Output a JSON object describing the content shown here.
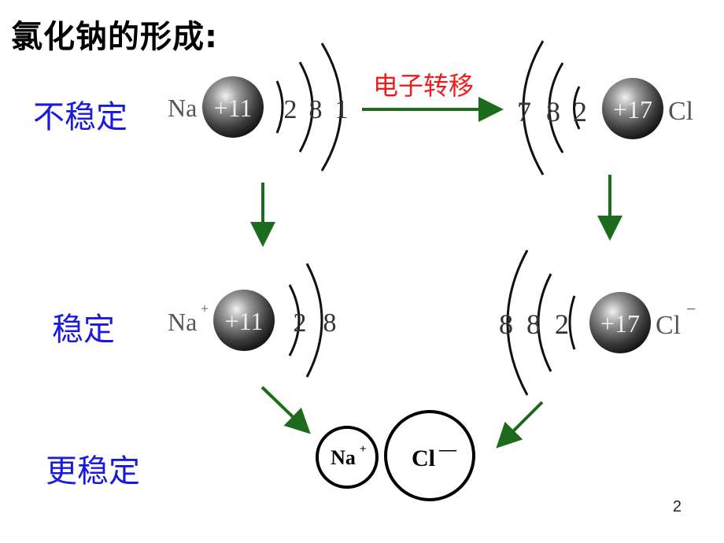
{
  "title": "氯化钠的形成:",
  "row_labels": {
    "unstable": "不稳定",
    "stable": "稳定",
    "more_stable": "更稳定"
  },
  "transfer_label": "电子转移",
  "na_atom": {
    "symbol": "Na",
    "nucleus": "+11",
    "shells": [
      "2",
      "8",
      "1"
    ]
  },
  "cl_atom": {
    "symbol": "Cl",
    "nucleus": "+17",
    "shells": [
      "7",
      "8",
      "2"
    ]
  },
  "na_ion": {
    "symbol": "Na",
    "charge": "+",
    "nucleus": "+11",
    "shells": [
      "2",
      "8"
    ]
  },
  "cl_ion": {
    "symbol": "Cl",
    "charge": "−",
    "nucleus": "+17",
    "shells": [
      "8",
      "8",
      "2"
    ]
  },
  "product": {
    "na": "Na",
    "na_charge": "+",
    "cl": "Cl",
    "cl_charge": "—"
  },
  "page_number": "2",
  "colors": {
    "arrow": "#1d6b1d",
    "label": "#1a1adc",
    "transfer": "#ee1c1c"
  }
}
